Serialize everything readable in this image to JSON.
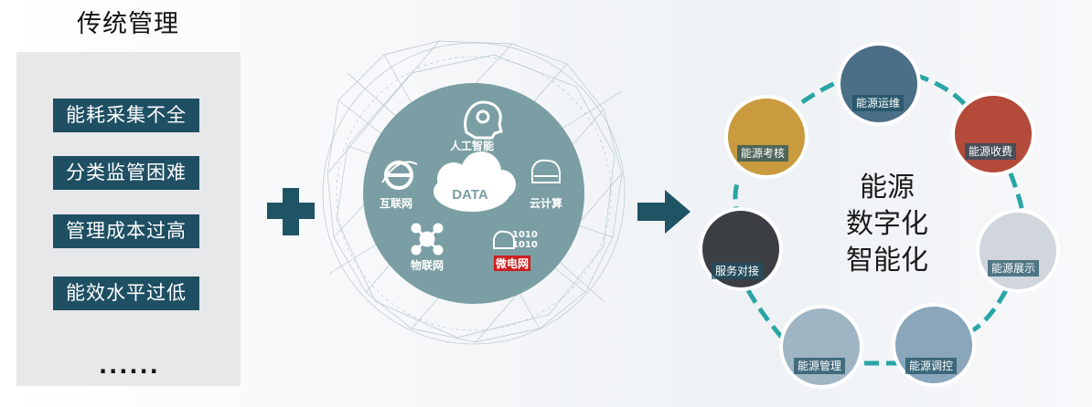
{
  "left": {
    "title": "传统管理",
    "issues": [
      "能耗采集不全",
      "分类监管困难",
      "管理成本过高",
      "能效水平过低"
    ],
    "ellipsis": "......"
  },
  "hub": {
    "data_label": "DATA",
    "ai": "人工智能",
    "internet": "互联网",
    "cloud": "云计算",
    "iot": "物联网",
    "microgrid": "微电网",
    "binary": [
      "1010",
      "1010"
    ]
  },
  "ring": {
    "center_lines": [
      "能源",
      "数字化",
      "智能化"
    ],
    "nodes": [
      "能源运维",
      "能源收费",
      "能源展示",
      "能源调控",
      "能源管理",
      "服务对接",
      "能源考核"
    ]
  },
  "colors": {
    "navy": "#1f4f63",
    "teal": "#2aa5a5",
    "hub": "#7a9ea3",
    "microgrid_red": "#cc1f1f"
  }
}
